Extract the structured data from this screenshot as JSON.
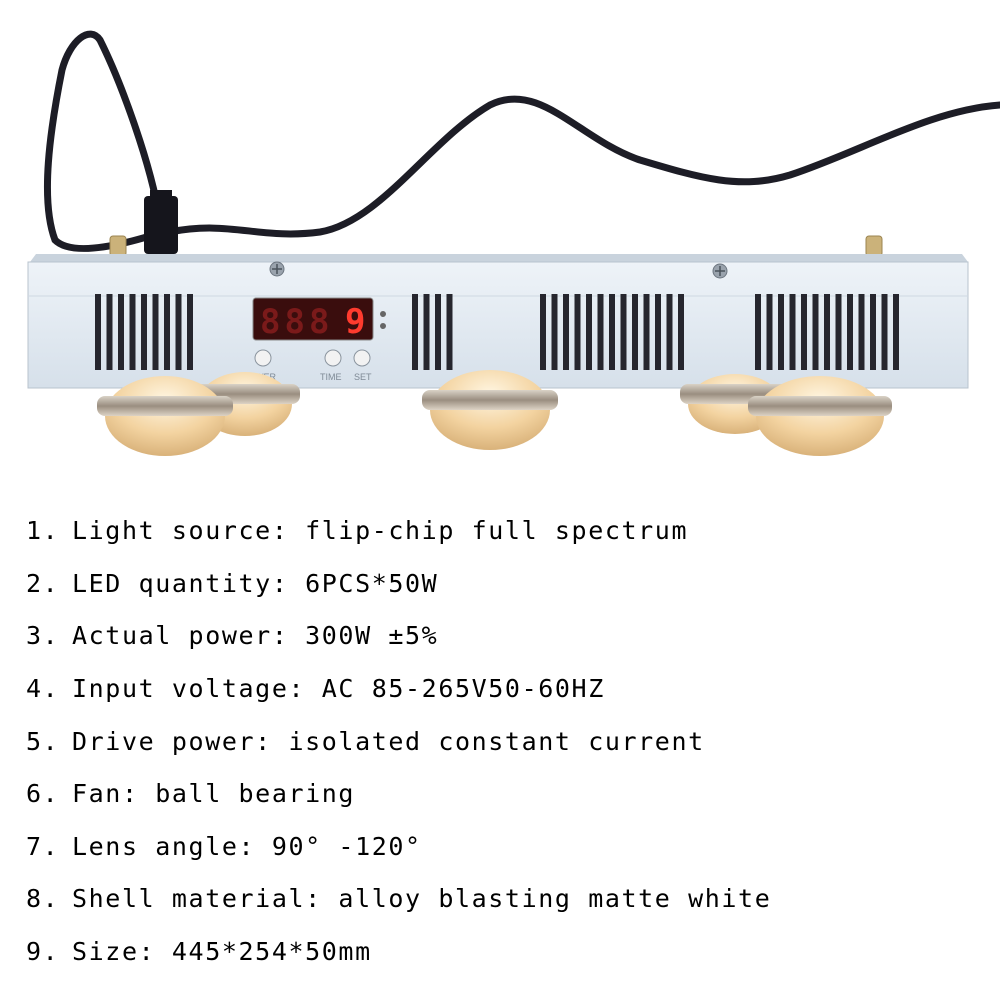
{
  "display": {
    "digits": "8889",
    "buttons": [
      "POWER",
      "TIME",
      "SET"
    ]
  },
  "specs": [
    {
      "num": "1.",
      "text": "Light source: flip-chip full spectrum"
    },
    {
      "num": "2.",
      "text": "LED quantity: 6PCS*50W"
    },
    {
      "num": "3.",
      "text": "Actual power: 300W ±5%"
    },
    {
      "num": "4.",
      "text": "Input voltage: AC 85-265V50-60HZ"
    },
    {
      "num": "5.",
      "text": "Drive power: isolated constant current"
    },
    {
      "num": "6.",
      "text": "Fan: ball bearing"
    },
    {
      "num": "7.",
      "text": "Lens angle: 90° -120°"
    },
    {
      "num": "8.",
      "text": "Shell material: alloy blasting matte white"
    },
    {
      "num": "9.",
      "text": "Size: 445*254*50mm"
    }
  ],
  "colors": {
    "shell": "#e3ebf3",
    "cable": "#1d1d26",
    "display_bg": "#7a1a1a",
    "digit_on": "#ff3b2e",
    "lens_glow": "#f4d7a8"
  }
}
